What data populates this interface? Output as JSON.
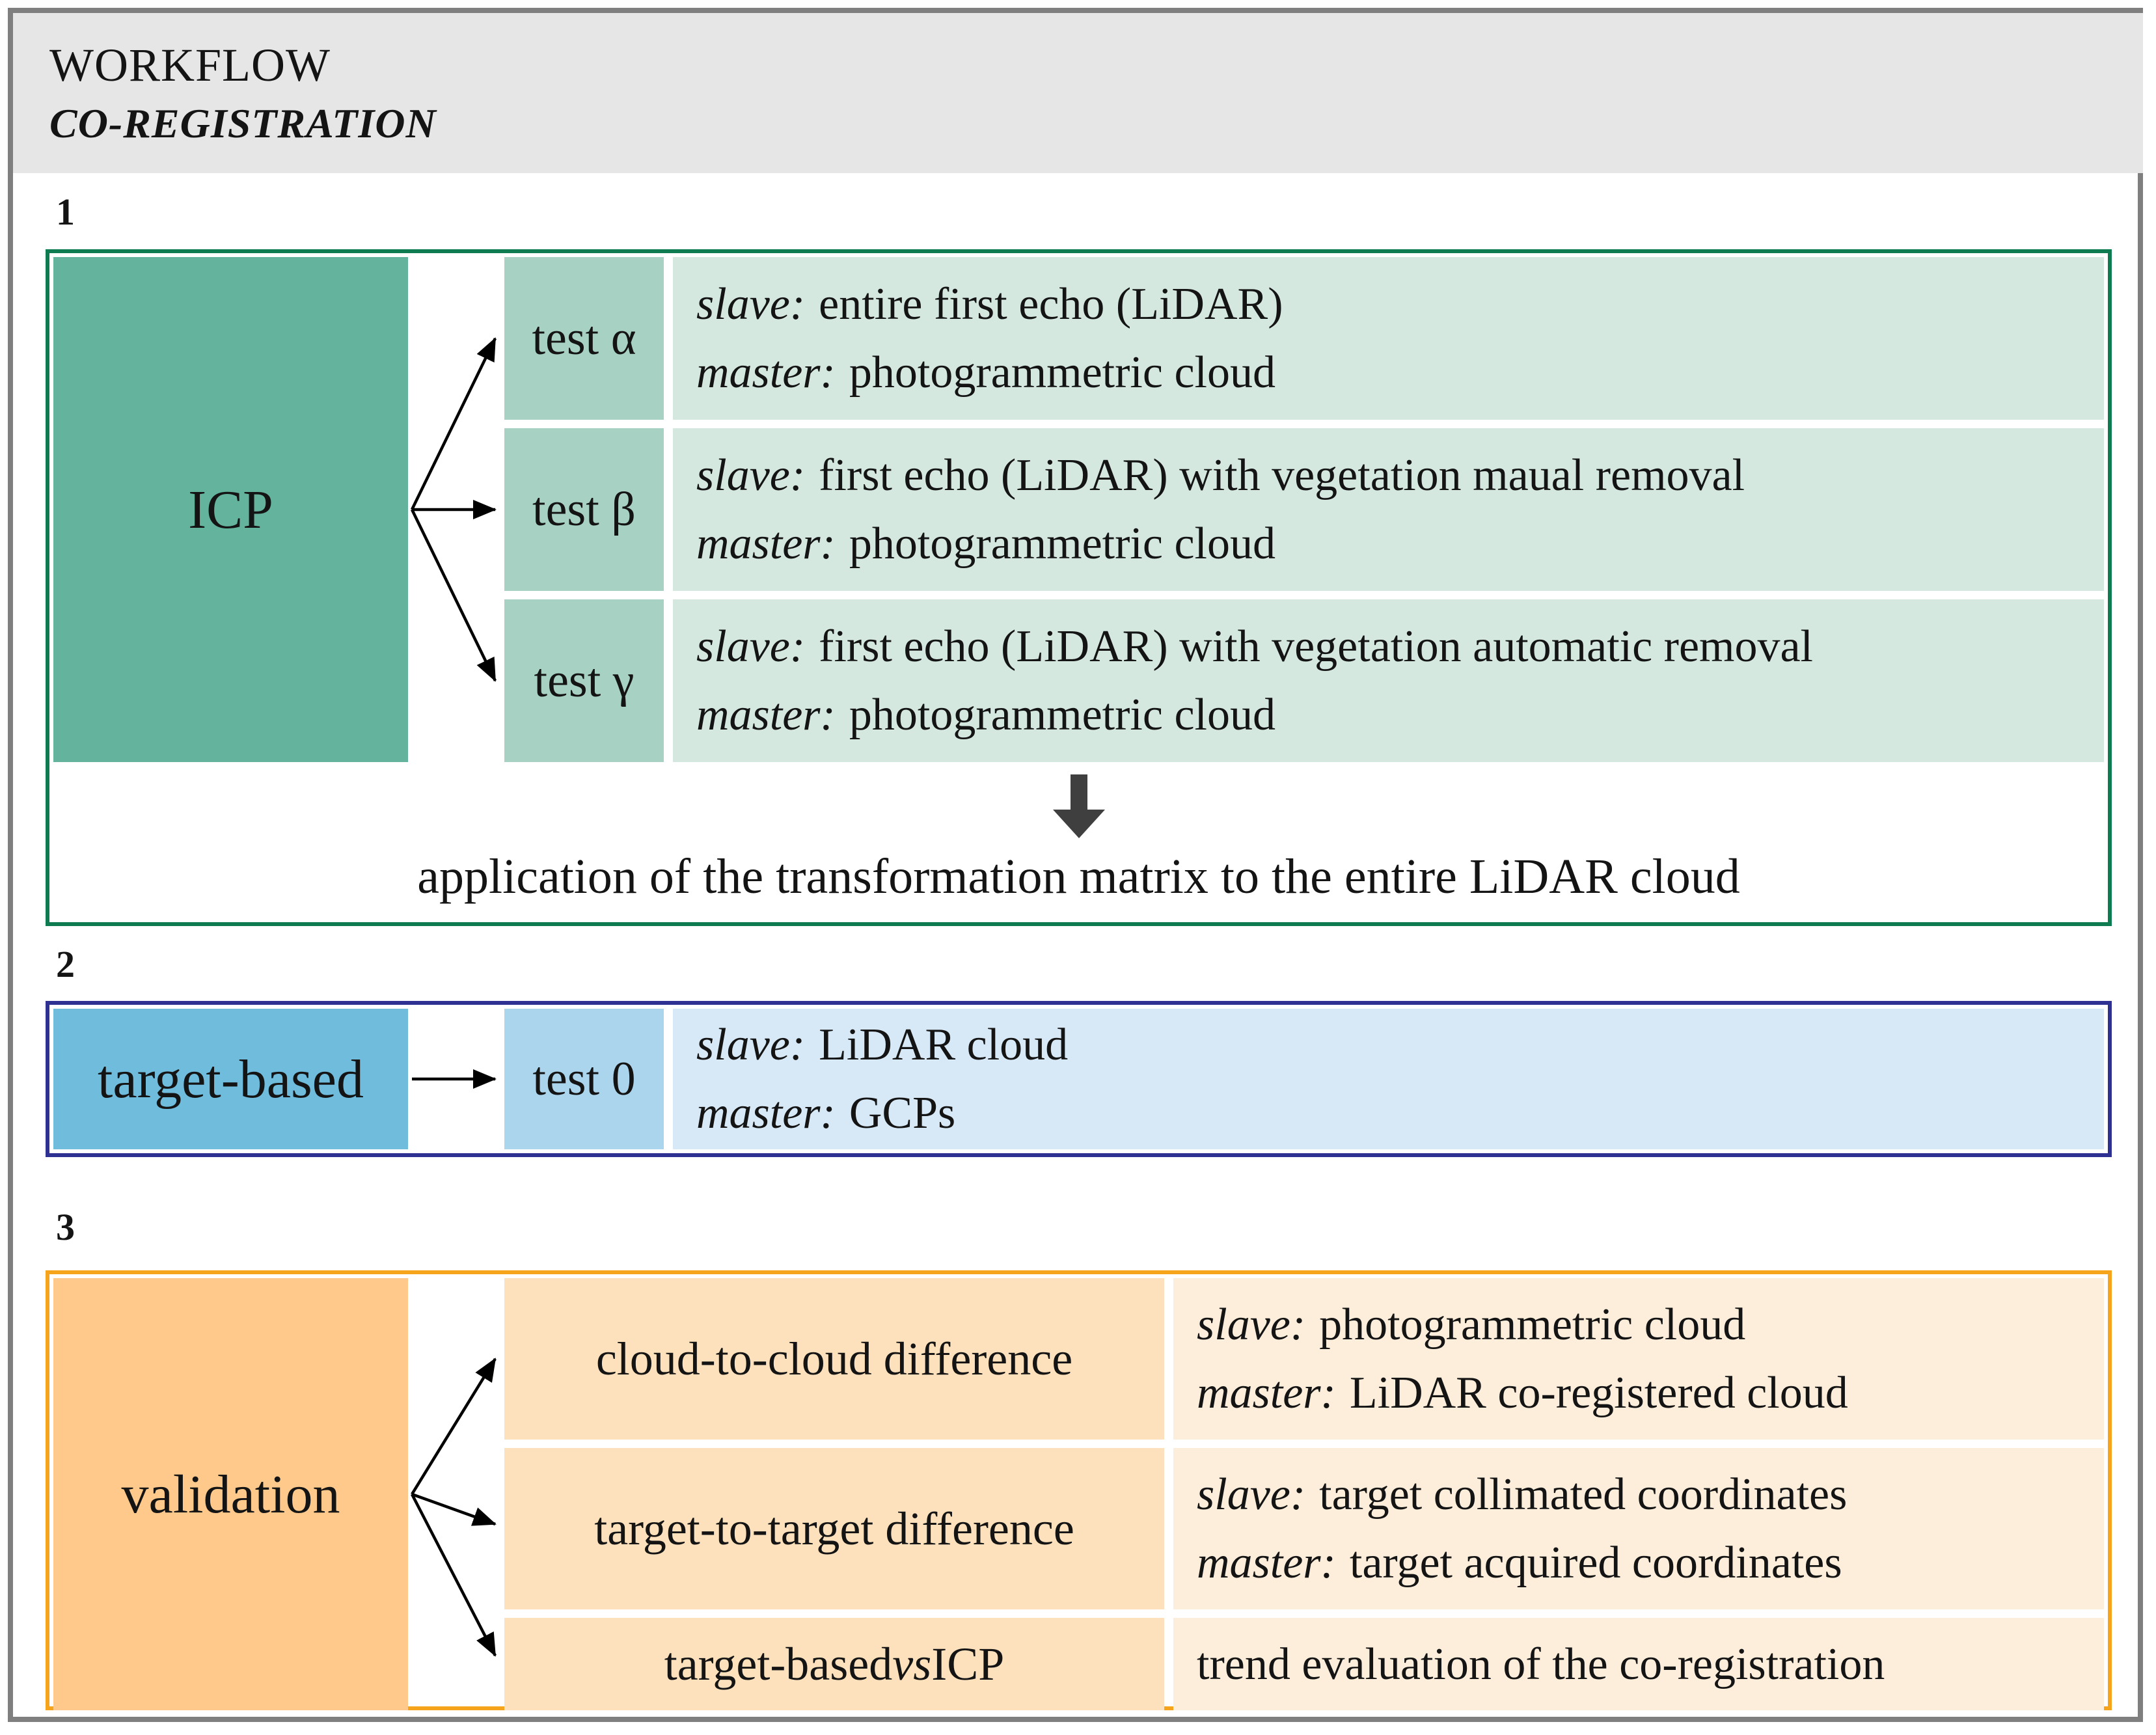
{
  "header": {
    "title": "WORKFLOW",
    "subtitle": "CO-REGISTRATION"
  },
  "labels": {
    "slave": "slave:",
    "master": "master:"
  },
  "colors": {
    "frame_border": "#7f7f7f",
    "header_bg": "#e6e6e6",
    "section1_border": "#0e7b51",
    "section1_method_bg": "#63b39d",
    "section1_test_bg": "#a7d2c3",
    "section1_desc_bg": "#d4e8e0",
    "section2_border": "#2e3192",
    "section2_method_bg": "#6fbcdd",
    "section2_test_bg": "#abd5ec",
    "section2_desc_bg": "#d7e9f6",
    "section3_border": "#f7a41d",
    "section3_method_bg": "#fec98b",
    "section3_mid_bg": "#fce1bc",
    "section3_desc_bg": "#fdeedb",
    "down_arrow": "#3f3f3f"
  },
  "section1": {
    "number": "1",
    "method": "ICP",
    "tests": [
      {
        "label": "test α",
        "slave": "entire first echo (LiDAR)",
        "master": "photogrammetric cloud"
      },
      {
        "label": "test β",
        "slave": "first echo (LiDAR) with vegetation maual removal",
        "master": "photogrammetric cloud"
      },
      {
        "label": "test γ",
        "slave": "first echo (LiDAR) with vegetation automatic removal",
        "master": "photogrammetric cloud"
      }
    ],
    "footer": "application of the transformation matrix to the entire LiDAR cloud"
  },
  "section2": {
    "number": "2",
    "method": "target-based",
    "tests": [
      {
        "label": "test 0",
        "slave": "LiDAR cloud",
        "master": "GCPs"
      }
    ]
  },
  "section3": {
    "number": "3",
    "method": "validation",
    "checks": [
      {
        "label": "cloud-to-cloud difference",
        "slave": "photogrammetric cloud",
        "master": "LiDAR co-registered cloud"
      },
      {
        "label": "target-to-target difference",
        "slave": "target collimated coordinates",
        "master": "target acquired coordinates"
      },
      {
        "label_pre": "target-based ",
        "label_vs": "vs",
        "label_post": " ICP",
        "result": "trend evaluation of the co-registration"
      }
    ]
  }
}
